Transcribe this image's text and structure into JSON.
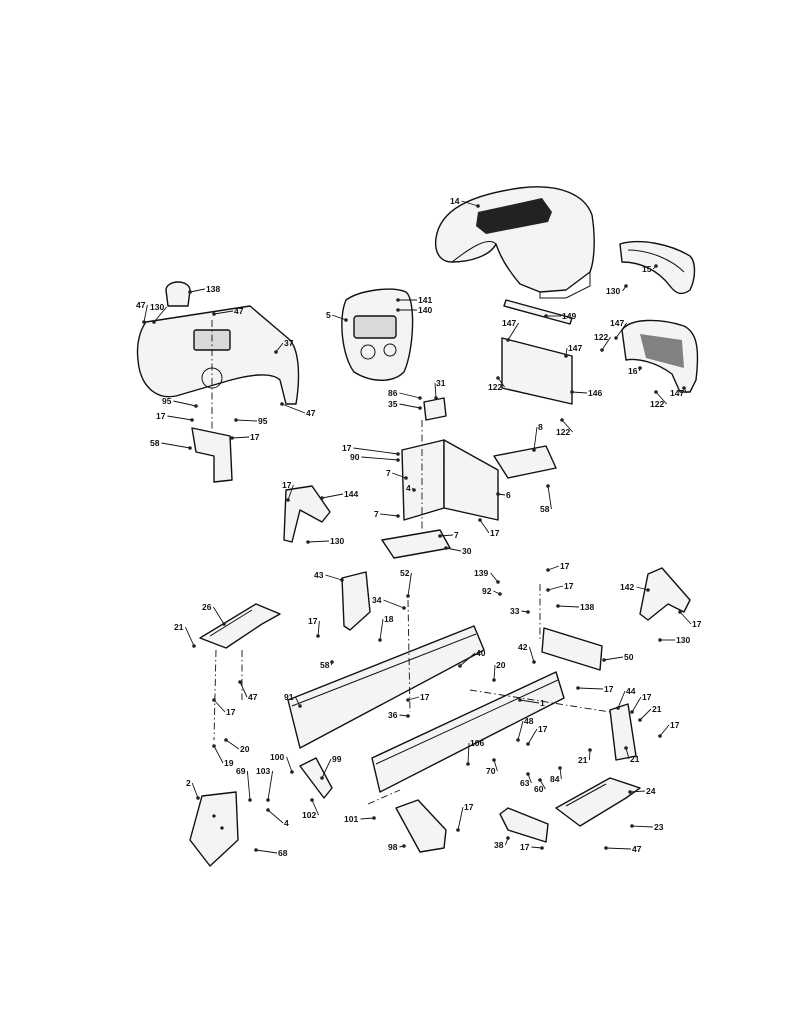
{
  "callouts": [
    {
      "id": "c14",
      "text": "14"
    },
    {
      "id": "c15",
      "text": "15"
    },
    {
      "id": "c130a",
      "text": "130"
    },
    {
      "id": "c138a",
      "text": "138"
    },
    {
      "id": "c47a",
      "text": "47"
    },
    {
      "id": "c130b",
      "text": "130"
    },
    {
      "id": "c47b",
      "text": "47"
    },
    {
      "id": "c37",
      "text": "37"
    },
    {
      "id": "c47c",
      "text": "47"
    },
    {
      "id": "c141",
      "text": "141"
    },
    {
      "id": "c140",
      "text": "140"
    },
    {
      "id": "c5",
      "text": "5"
    },
    {
      "id": "c149",
      "text": "149"
    },
    {
      "id": "c147a",
      "text": "147"
    },
    {
      "id": "c147b",
      "text": "147"
    },
    {
      "id": "c122a",
      "text": "122"
    },
    {
      "id": "c146",
      "text": "146"
    },
    {
      "id": "c122b",
      "text": "122"
    },
    {
      "id": "c122c",
      "text": "122"
    },
    {
      "id": "c147c",
      "text": "147"
    },
    {
      "id": "c16",
      "text": "16"
    },
    {
      "id": "c122d",
      "text": "122"
    },
    {
      "id": "c147d",
      "text": "147"
    },
    {
      "id": "c95a",
      "text": "95"
    },
    {
      "id": "c17a",
      "text": "17"
    },
    {
      "id": "c95b",
      "text": "95"
    },
    {
      "id": "c17b",
      "text": "17"
    },
    {
      "id": "c58a",
      "text": "58"
    },
    {
      "id": "c86",
      "text": "86"
    },
    {
      "id": "c35",
      "text": "35"
    },
    {
      "id": "c31",
      "text": "31"
    },
    {
      "id": "c17c",
      "text": "17"
    },
    {
      "id": "c90",
      "text": "90"
    },
    {
      "id": "c8",
      "text": "8"
    },
    {
      "id": "c7a",
      "text": "7"
    },
    {
      "id": "c4",
      "text": "4"
    },
    {
      "id": "c6",
      "text": "6"
    },
    {
      "id": "c58b",
      "text": "58"
    },
    {
      "id": "c7b",
      "text": "7"
    },
    {
      "id": "c17d",
      "text": "17"
    },
    {
      "id": "c7c",
      "text": "7"
    },
    {
      "id": "c30",
      "text": "30"
    },
    {
      "id": "c17e",
      "text": "17"
    },
    {
      "id": "c144",
      "text": "144"
    },
    {
      "id": "c130c",
      "text": "130"
    },
    {
      "id": "c43",
      "text": "43"
    },
    {
      "id": "c52",
      "text": "52"
    },
    {
      "id": "c34",
      "text": "34"
    },
    {
      "id": "c139",
      "text": "139"
    },
    {
      "id": "c92",
      "text": "92"
    },
    {
      "id": "c17f",
      "text": "17"
    },
    {
      "id": "c17g",
      "text": "17"
    },
    {
      "id": "c33",
      "text": "33"
    },
    {
      "id": "c138b",
      "text": "138"
    },
    {
      "id": "c142",
      "text": "142"
    },
    {
      "id": "c17h",
      "text": "17"
    },
    {
      "id": "c130d",
      "text": "130"
    },
    {
      "id": "c26",
      "text": "26"
    },
    {
      "id": "c21a",
      "text": "21"
    },
    {
      "id": "c17i",
      "text": "17"
    },
    {
      "id": "c58c",
      "text": "58"
    },
    {
      "id": "c18",
      "text": "18"
    },
    {
      "id": "c47d",
      "text": "47"
    },
    {
      "id": "c17j",
      "text": "17"
    },
    {
      "id": "c91",
      "text": "91"
    },
    {
      "id": "c40",
      "text": "40"
    },
    {
      "id": "c20a",
      "text": "20"
    },
    {
      "id": "c17k",
      "text": "17"
    },
    {
      "id": "c1",
      "text": "1"
    },
    {
      "id": "c42",
      "text": "42"
    },
    {
      "id": "c17l",
      "text": "17"
    },
    {
      "id": "c50",
      "text": "50"
    },
    {
      "id": "c44",
      "text": "44"
    },
    {
      "id": "c17m",
      "text": "17"
    },
    {
      "id": "c21b",
      "text": "21"
    },
    {
      "id": "c17n",
      "text": "17"
    },
    {
      "id": "c21c",
      "text": "21"
    },
    {
      "id": "c36",
      "text": "36"
    },
    {
      "id": "c48",
      "text": "48"
    },
    {
      "id": "c17o",
      "text": "17"
    },
    {
      "id": "c20b",
      "text": "20"
    },
    {
      "id": "c19",
      "text": "19"
    },
    {
      "id": "c100",
      "text": "100"
    },
    {
      "id": "c99",
      "text": "99"
    },
    {
      "id": "c106",
      "text": "106"
    },
    {
      "id": "c70",
      "text": "70"
    },
    {
      "id": "c84",
      "text": "84"
    },
    {
      "id": "c21d",
      "text": "21"
    },
    {
      "id": "c63",
      "text": "63"
    },
    {
      "id": "c60",
      "text": "60"
    },
    {
      "id": "c2",
      "text": "2"
    },
    {
      "id": "c69",
      "text": "69"
    },
    {
      "id": "c103",
      "text": "103"
    },
    {
      "id": "c4b",
      "text": "4"
    },
    {
      "id": "c102",
      "text": "102"
    },
    {
      "id": "c24",
      "text": "24"
    },
    {
      "id": "c101",
      "text": "101"
    },
    {
      "id": "c17p",
      "text": "17"
    },
    {
      "id": "c23",
      "text": "23"
    },
    {
      "id": "c98",
      "text": "98"
    },
    {
      "id": "c38",
      "text": "38"
    },
    {
      "id": "c17q",
      "text": "17"
    },
    {
      "id": "c47e",
      "text": "47"
    },
    {
      "id": "c68",
      "text": "68"
    }
  ]
}
